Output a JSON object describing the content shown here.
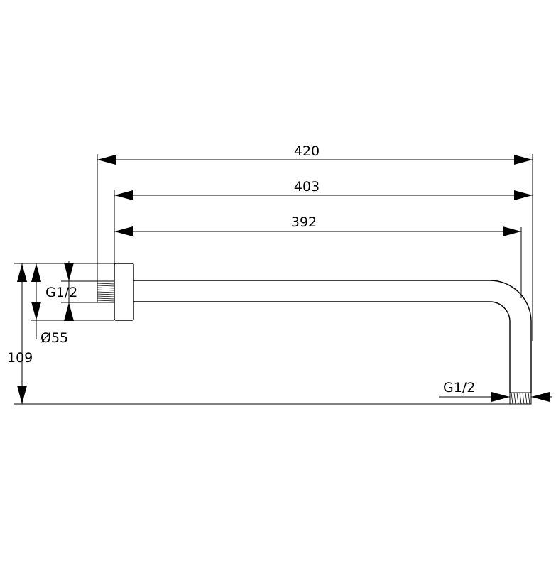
{
  "dimensions": {
    "length_total": "420",
    "length_middle": "403",
    "length_inner": "392",
    "thread_inlet": "G1/2",
    "flange_diameter": "Ø55",
    "drop_height": "109",
    "thread_outlet": "G1/2"
  },
  "colors": {
    "line": "#000000",
    "background": "#ffffff"
  }
}
